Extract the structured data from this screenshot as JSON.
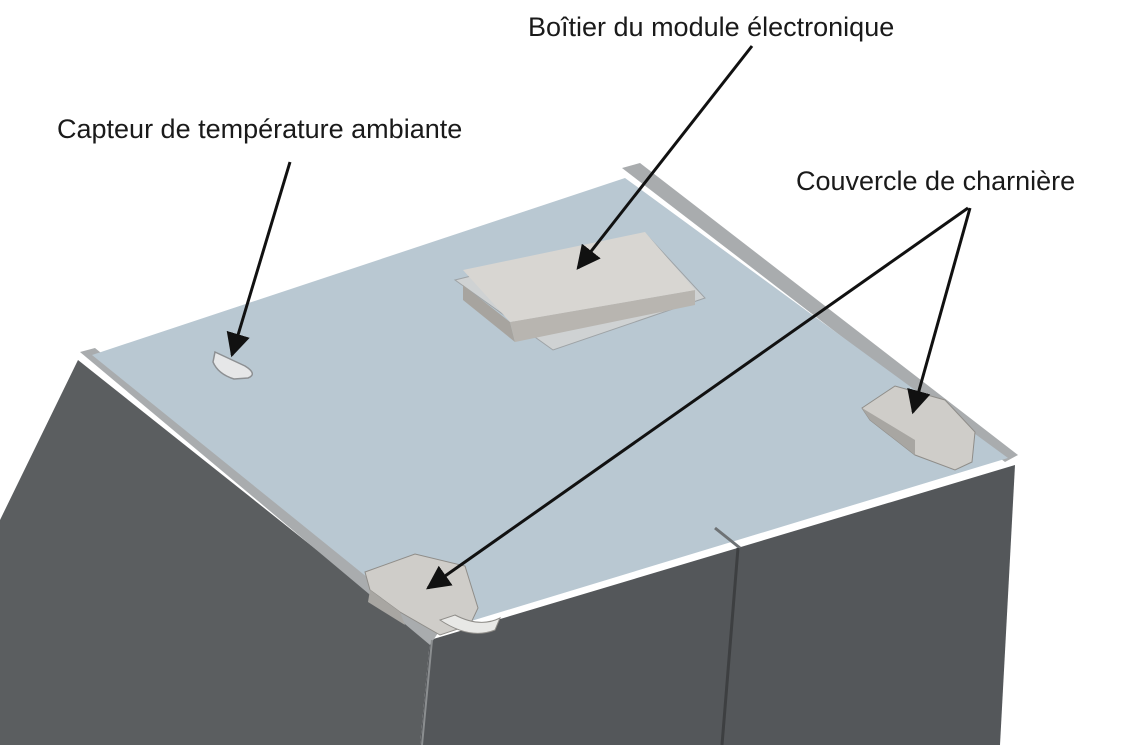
{
  "labels": {
    "module_housing": "Boîtier du module électronique",
    "temperature_sensor": "Capteur de température ambiante",
    "hinge_cover": "Couvercle de charnière"
  },
  "colors": {
    "top_surface": "#b9c8d2",
    "front_face": "#5b5e60",
    "right_face": "#54575a",
    "rim": "#a9acae",
    "module_box": "#d8d6d2",
    "hinge": "#cfcdc9",
    "arrow": "#111111"
  }
}
